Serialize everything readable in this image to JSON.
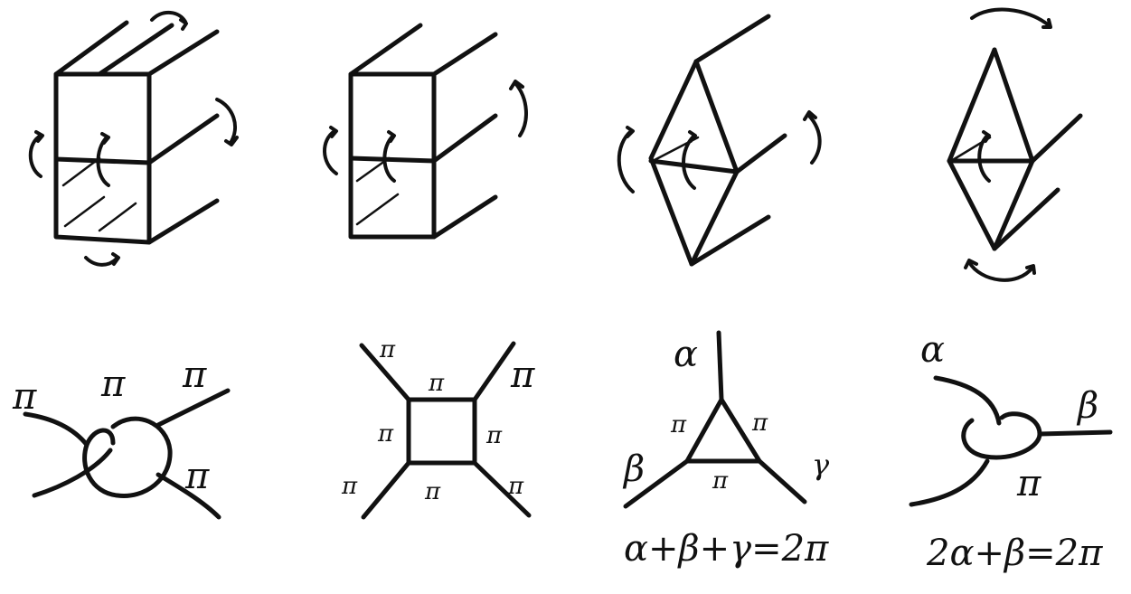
{
  "figure": {
    "row_bottom": {
      "ring": {
        "labels": [
          "π",
          "π",
          "π",
          "π"
        ]
      },
      "square": {
        "labels": [
          "π",
          "π",
          "π",
          "π",
          "π",
          "π",
          "π",
          "π"
        ]
      },
      "triangle": {
        "labels": {
          "top": "α",
          "left": "β",
          "right": "γ",
          "edge_left": "π",
          "edge_right": "π",
          "edge_bottom": "π"
        },
        "equation": "α+β+γ=2π"
      },
      "loop": {
        "labels": {
          "top": "α",
          "right": "β",
          "bottom": "π"
        },
        "equation": "2α+β=2π"
      }
    }
  }
}
